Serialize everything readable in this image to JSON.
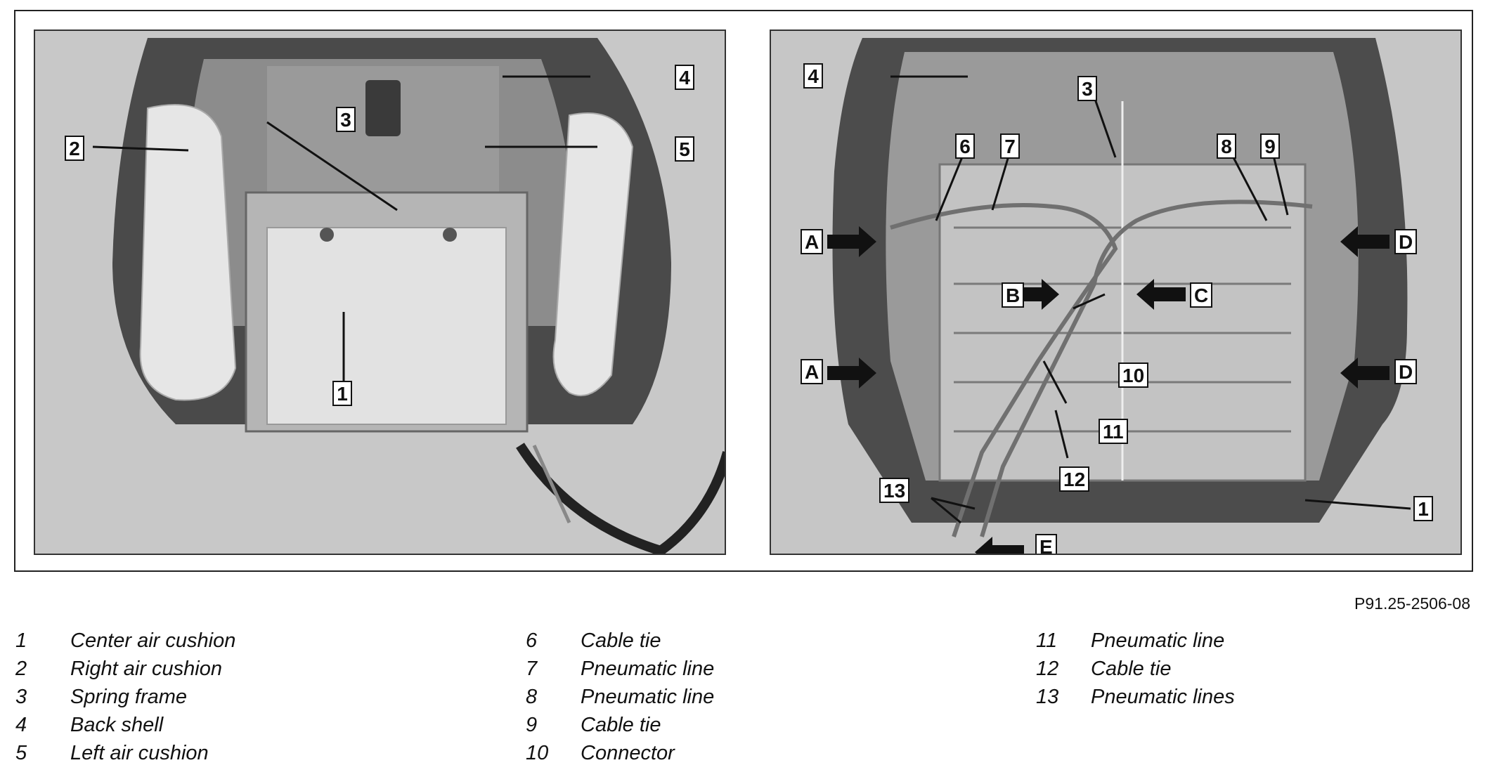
{
  "figure": {
    "code": "P91.25-2506-08",
    "left_photo": {
      "callouts": {
        "c1": "1",
        "c2": "2",
        "c3": "3",
        "c4": "4",
        "c5": "5"
      }
    },
    "right_photo": {
      "callouts": {
        "c1": "1",
        "c3": "3",
        "c4": "4",
        "c6": "6",
        "c7": "7",
        "c8": "8",
        "c9": "9",
        "c10": "10",
        "c11": "11",
        "c12": "12",
        "c13": "13",
        "a_top": "A",
        "a_bottom": "A",
        "b": "B",
        "c": "C",
        "d_top": "D",
        "d_bottom": "D",
        "e": "E"
      }
    }
  },
  "legend": {
    "col1": [
      {
        "num": "1",
        "text": "Center air cushion"
      },
      {
        "num": "2",
        "text": "Right air cushion"
      },
      {
        "num": "3",
        "text": "Spring frame"
      },
      {
        "num": "4",
        "text": "Back shell"
      },
      {
        "num": "5",
        "text": "Left air cushion"
      }
    ],
    "col2": [
      {
        "num": "6",
        "text": "Cable tie"
      },
      {
        "num": "7",
        "text": "Pneumatic line"
      },
      {
        "num": "8",
        "text": "Pneumatic line"
      },
      {
        "num": "9",
        "text": "Cable tie"
      },
      {
        "num": "10",
        "text": "Connector"
      }
    ],
    "col3": [
      {
        "num": "11",
        "text": "Pneumatic line"
      },
      {
        "num": "12",
        "text": "Cable tie"
      },
      {
        "num": "13",
        "text": "Pneumatic lines"
      }
    ]
  }
}
